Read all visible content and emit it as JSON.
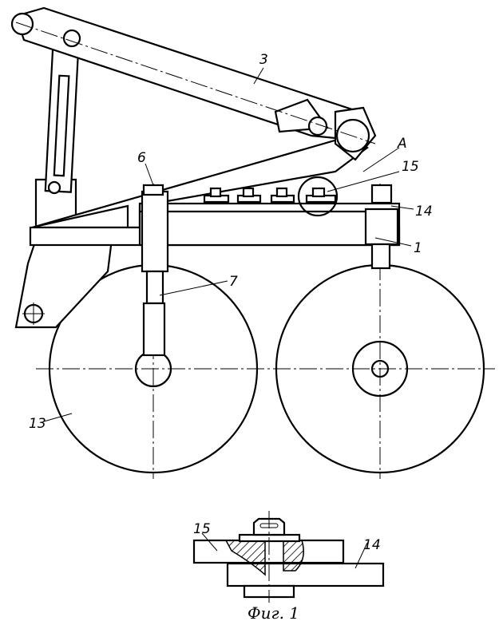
{
  "labels": {
    "arm": "3",
    "detail_ref": "A",
    "bolt": "6",
    "plate_top": "15",
    "plate_bottom": "14",
    "frame": "1",
    "rod": "7",
    "wheel": "13",
    "detail_plate_top": "15",
    "detail_plate_bottom": "14"
  },
  "caption": "Фиг. 1"
}
